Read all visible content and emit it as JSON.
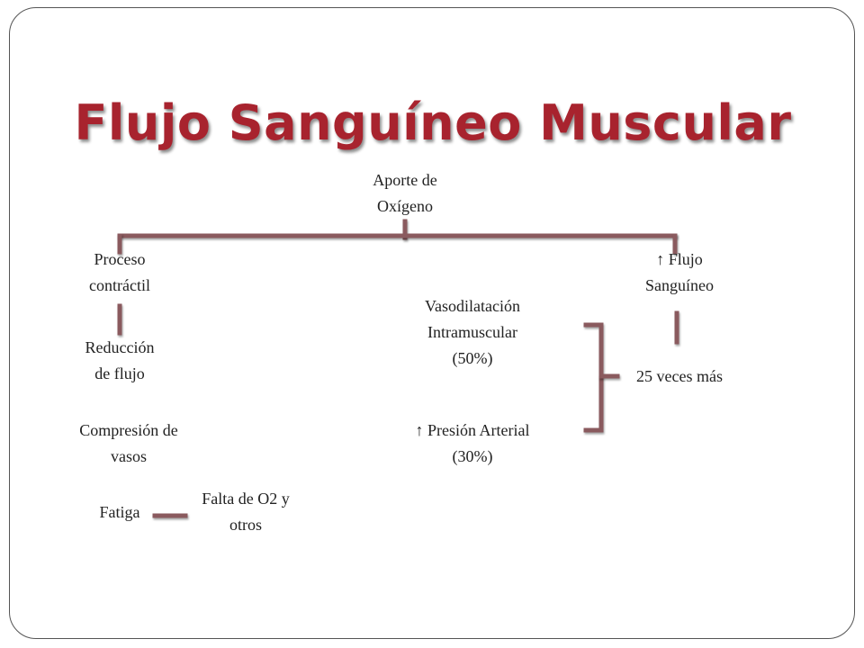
{
  "title": "Flujo Sanguíneo Muscular",
  "nodes": {
    "root": "Aporte de\nOxígeno",
    "proceso": "Proceso\ncontráctil",
    "flujo": "↑ Flujo\nSanguíneo",
    "reduccion": "Reducción\nde flujo",
    "compresion": "Compresión de\nvasos",
    "fatiga": "Fatiga",
    "falta": "Falta de O2 y\notros",
    "vasodilatacion": "Vasodilatación\nIntramuscular\n(50%)",
    "presion": "↑ Presión Arterial\n(30%)",
    "veces": "25 veces más"
  },
  "colors": {
    "title": "#a8232e",
    "connector": "#8a5a5e"
  }
}
